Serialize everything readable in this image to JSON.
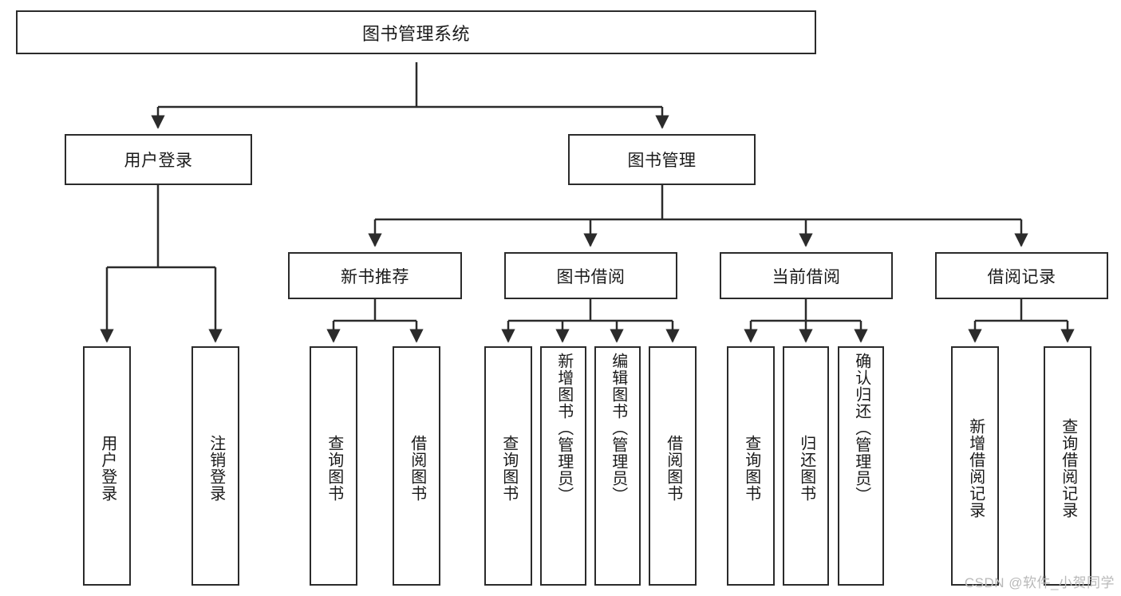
{
  "diagram": {
    "type": "tree-hierarchy-chart",
    "title": "图书管理系统",
    "stroke_color": "#2b2b2b",
    "background_color": "#ffffff",
    "text_color": "#1a1a1a",
    "levels": 4
  },
  "nodes": {
    "root": {
      "label": "图书管理系统",
      "level": 1
    },
    "level2": [
      {
        "id": "user-login",
        "label": "用户登录"
      },
      {
        "id": "book-management",
        "label": "图书管理"
      }
    ],
    "level3": [
      {
        "id": "new-book-recommend",
        "label": "新书推荐",
        "parent": "book-management"
      },
      {
        "id": "book-borrow",
        "label": "图书借阅",
        "parent": "book-management"
      },
      {
        "id": "current-borrow",
        "label": "当前借阅",
        "parent": "book-management"
      },
      {
        "id": "borrow-record",
        "label": "借阅记录",
        "parent": "book-management"
      }
    ],
    "leaves": [
      {
        "id": "leaf-user-login",
        "label": "用户登录",
        "parent": "user-login"
      },
      {
        "id": "leaf-logout-login",
        "label": "注销登录",
        "parent": "user-login"
      },
      {
        "id": "leaf-query-book-1",
        "label": "查询图书",
        "parent": "new-book-recommend"
      },
      {
        "id": "leaf-borrow-book-1",
        "label": "借阅图书",
        "parent": "new-book-recommend"
      },
      {
        "id": "leaf-query-book-2",
        "label": "查询图书",
        "parent": "book-borrow"
      },
      {
        "id": "leaf-add-book",
        "label": "新增图书（管理员）",
        "parent": "book-borrow"
      },
      {
        "id": "leaf-edit-book",
        "label": "编辑图书（管理员）",
        "parent": "book-borrow"
      },
      {
        "id": "leaf-borrow-book-2",
        "label": "借阅图书",
        "parent": "book-borrow"
      },
      {
        "id": "leaf-query-book-3",
        "label": "查询图书",
        "parent": "current-borrow"
      },
      {
        "id": "leaf-return-book",
        "label": "归还图书",
        "parent": "current-borrow"
      },
      {
        "id": "leaf-confirm-return",
        "label": "确认归还（管理员）",
        "parent": "current-borrow"
      },
      {
        "id": "leaf-add-record",
        "label": "新增借阅记录",
        "parent": "borrow-record"
      },
      {
        "id": "leaf-query-record",
        "label": "查询借阅记录",
        "parent": "borrow-record"
      }
    ]
  },
  "watermark": {
    "text": "CSDN @软件_小贺同学",
    "color": "#b9b9b9"
  }
}
